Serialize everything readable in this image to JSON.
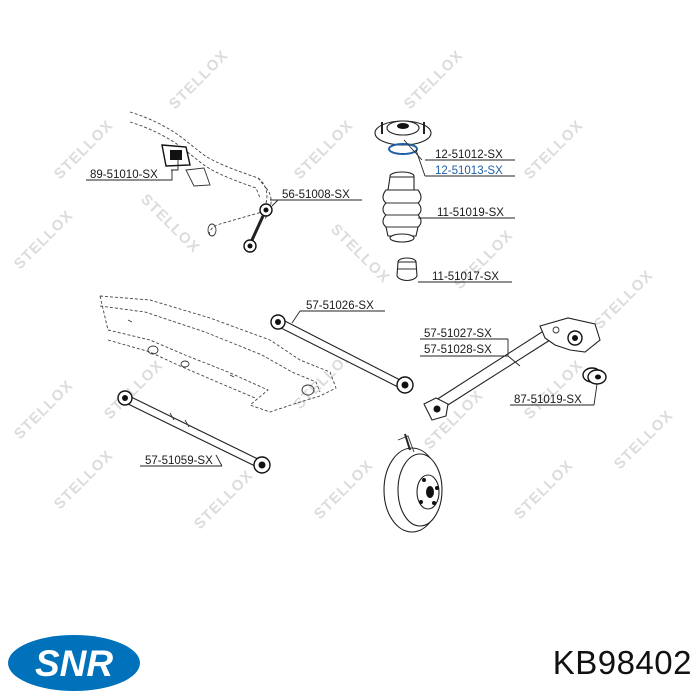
{
  "watermark_text": "STELLOX",
  "labels": {
    "l1": "89-51010-SX",
    "l2": "56-51008-SX",
    "l3": "12-51012-SX",
    "l4": "12-51013-SX",
    "l5": "11-51019-SX",
    "l6": "11-51017-SX",
    "l7": "57-51026-SX",
    "l8": "57-51027-SX",
    "l9": "57-51028-SX",
    "l10": "87-51019-SX",
    "l11": "57-51059-SX"
  },
  "brand": {
    "logo_text": "SNR",
    "logo_color": "#0072bb",
    "part_number": "KB98402"
  },
  "colors": {
    "label_highlight": "#1f5fa8",
    "watermark": "#dcdcdc"
  }
}
